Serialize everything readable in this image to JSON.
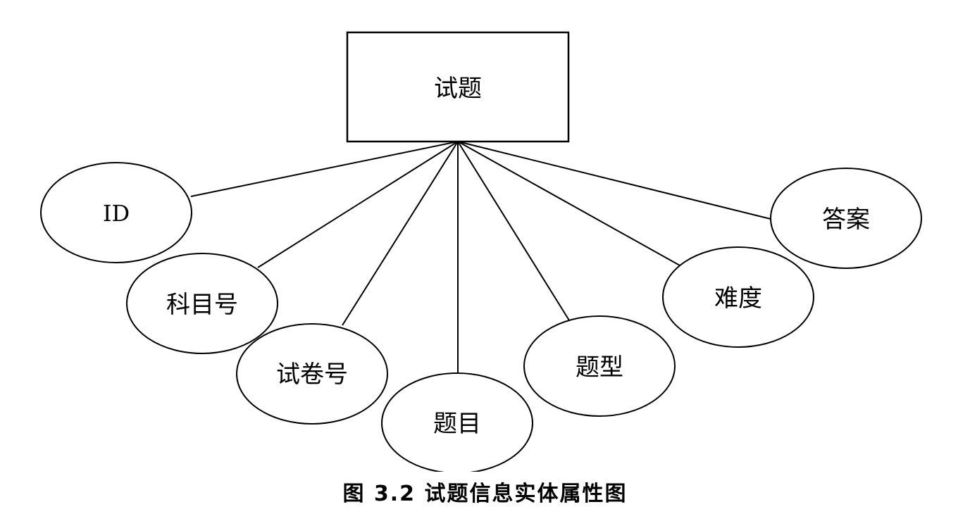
{
  "entity": {
    "label": "试题"
  },
  "attributes": [
    {
      "key": "id",
      "label": "ID"
    },
    {
      "key": "subject-no",
      "label": "科目号"
    },
    {
      "key": "paper-no",
      "label": "试卷号"
    },
    {
      "key": "question",
      "label": "题目"
    },
    {
      "key": "question-type",
      "label": "题型"
    },
    {
      "key": "difficulty",
      "label": "难度"
    },
    {
      "key": "answer",
      "label": "答案"
    }
  ],
  "caption": "图 3.2  试题信息实体属性图",
  "colors": {
    "stroke": "#000000",
    "fill": "#ffffff",
    "text": "#000000"
  }
}
